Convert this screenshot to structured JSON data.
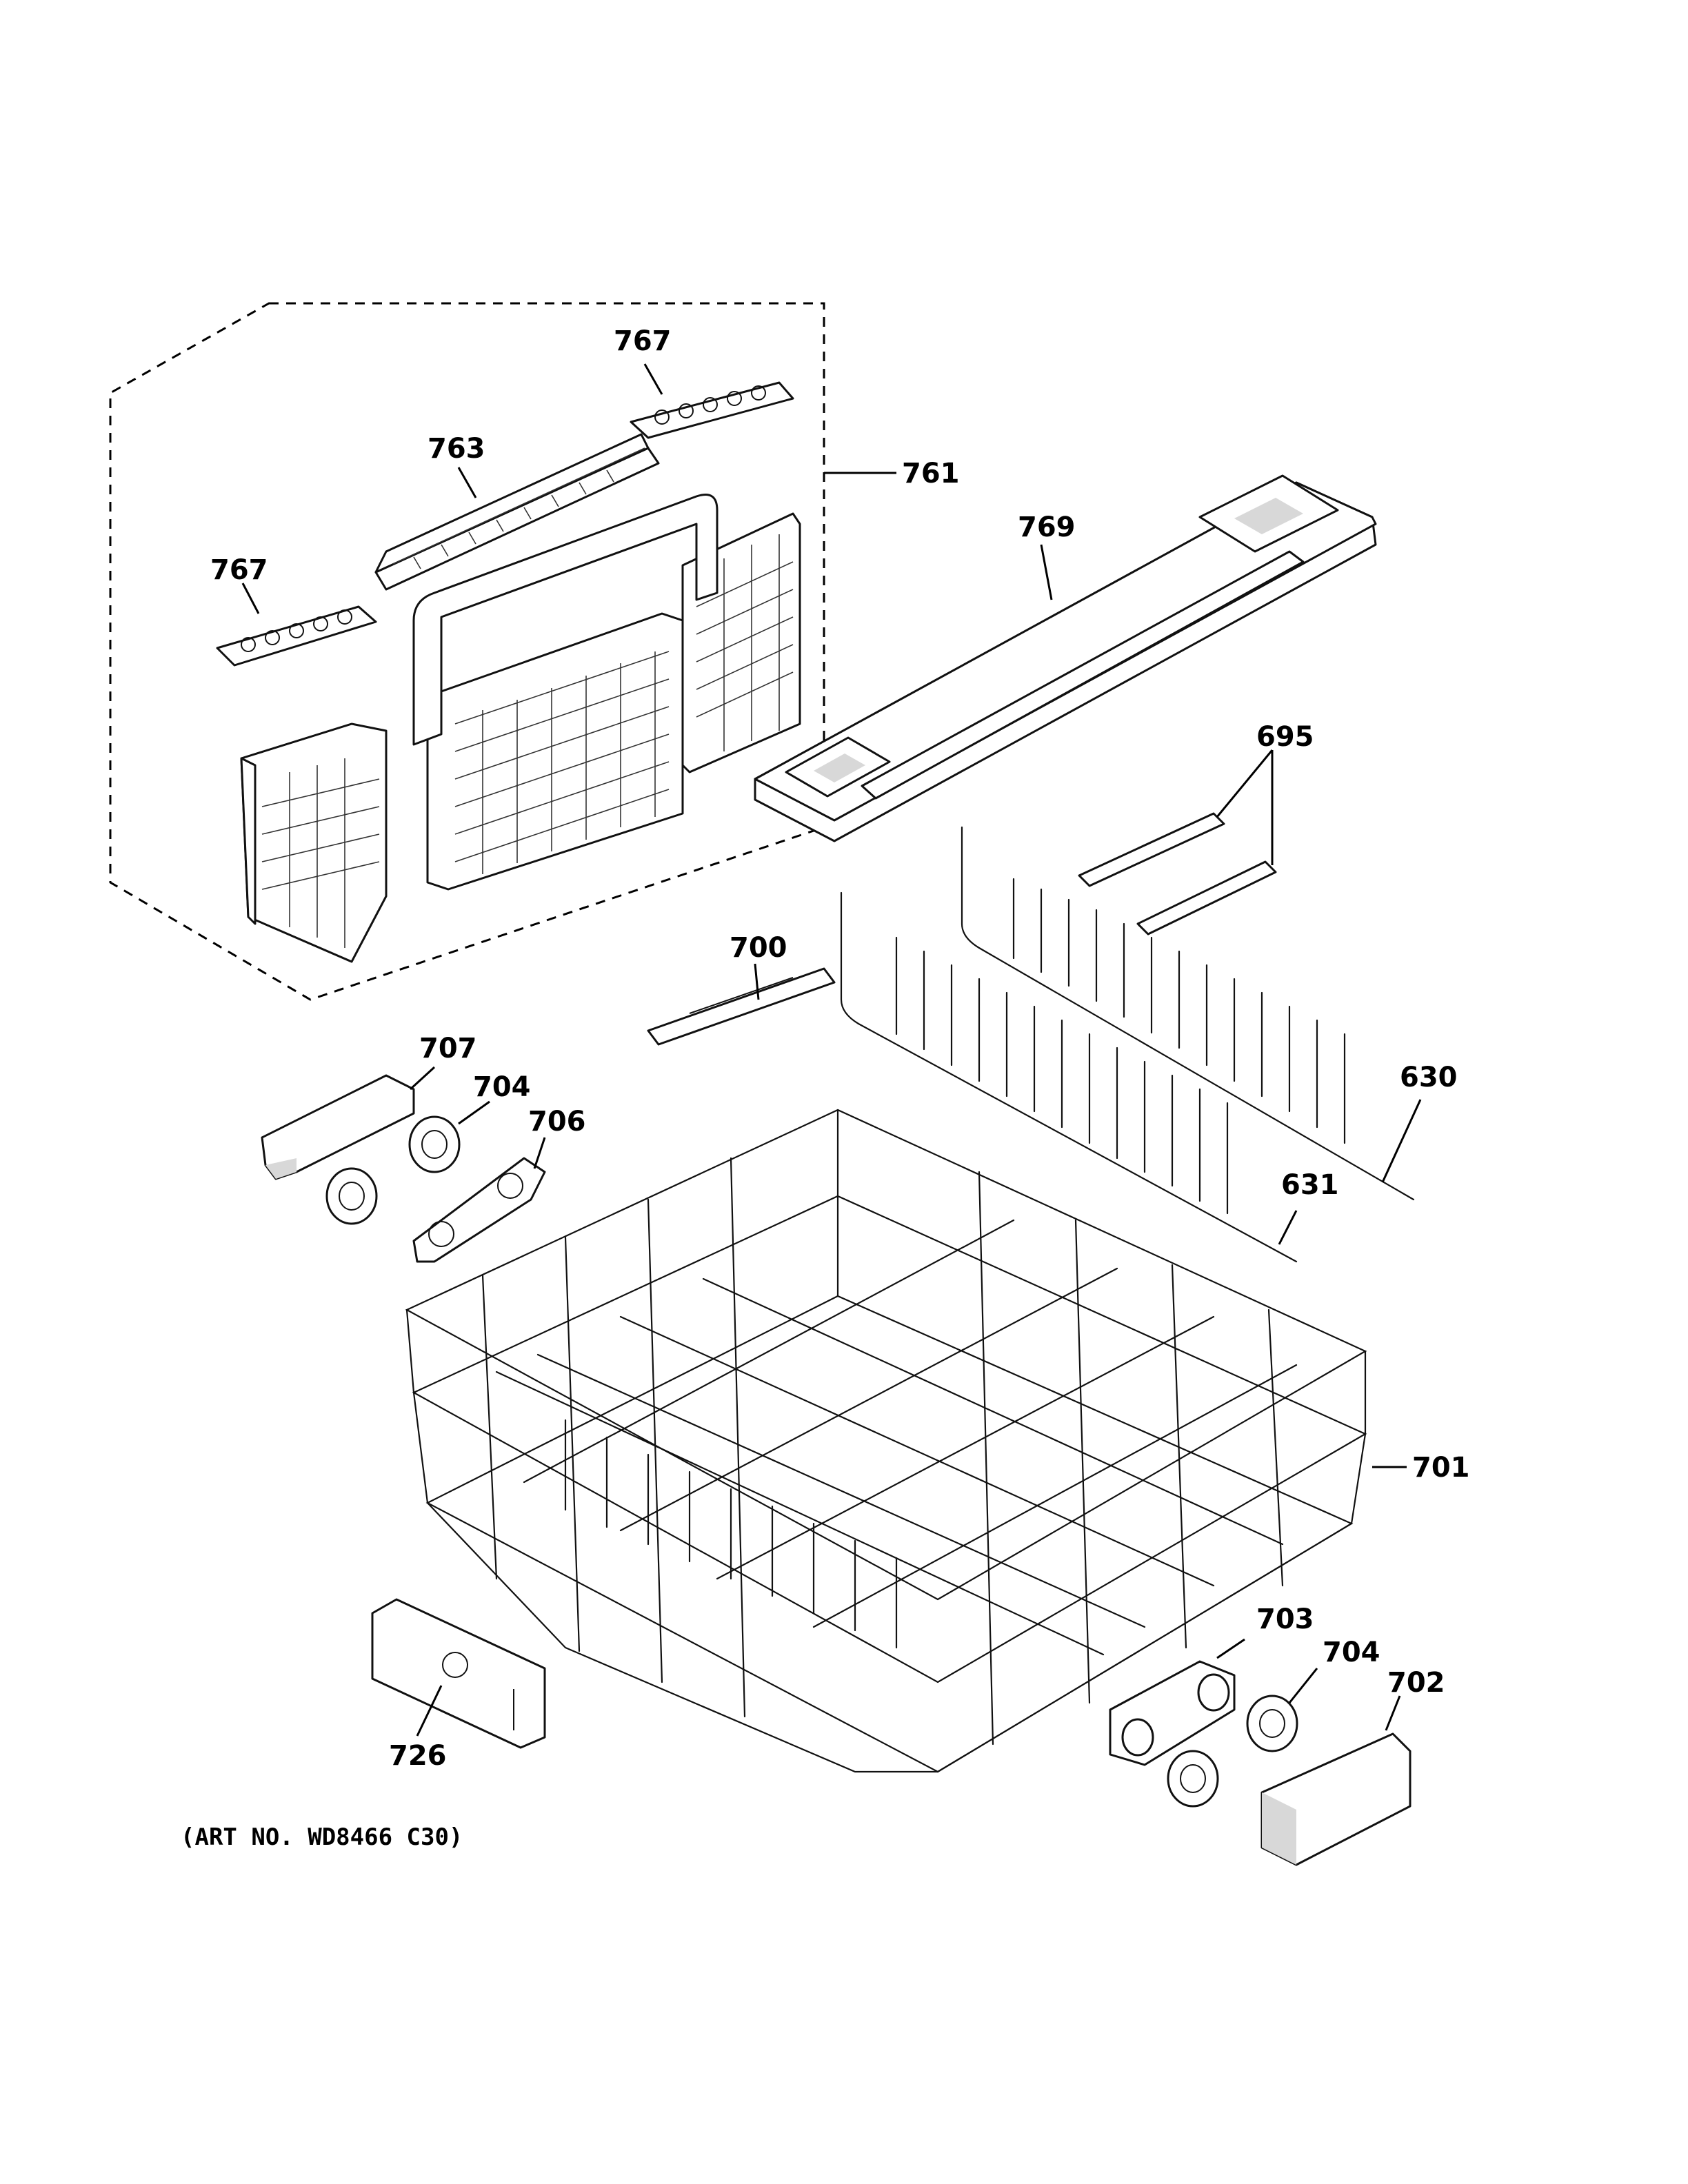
{
  "callouts": {
    "c767a": "767",
    "c763": "763",
    "c761": "761",
    "c767b": "767",
    "c769": "769",
    "c695": "695",
    "c700": "700",
    "c707": "707",
    "c704a": "704",
    "c706": "706",
    "c630": "630",
    "c631": "631",
    "c701": "701",
    "c703": "703",
    "c704b": "704",
    "c702": "702",
    "c726": "726"
  },
  "art_number": "(ART NO. WD8466 C30)"
}
